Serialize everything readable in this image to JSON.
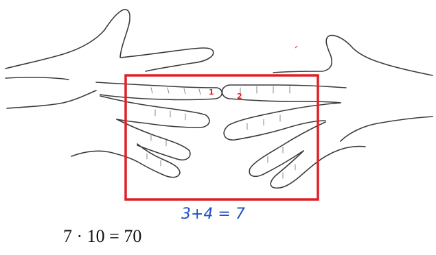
{
  "finger_labels": {
    "left_marker": "1",
    "right_marker": "2"
  },
  "handwritten_sum": "3+4 = 7",
  "equation": "7 · 10 = 70",
  "colors": {
    "box": "#e01f25",
    "handwriting": "#1f4fc4",
    "marker": "#e01f25",
    "ink": "#3a3a3a"
  }
}
